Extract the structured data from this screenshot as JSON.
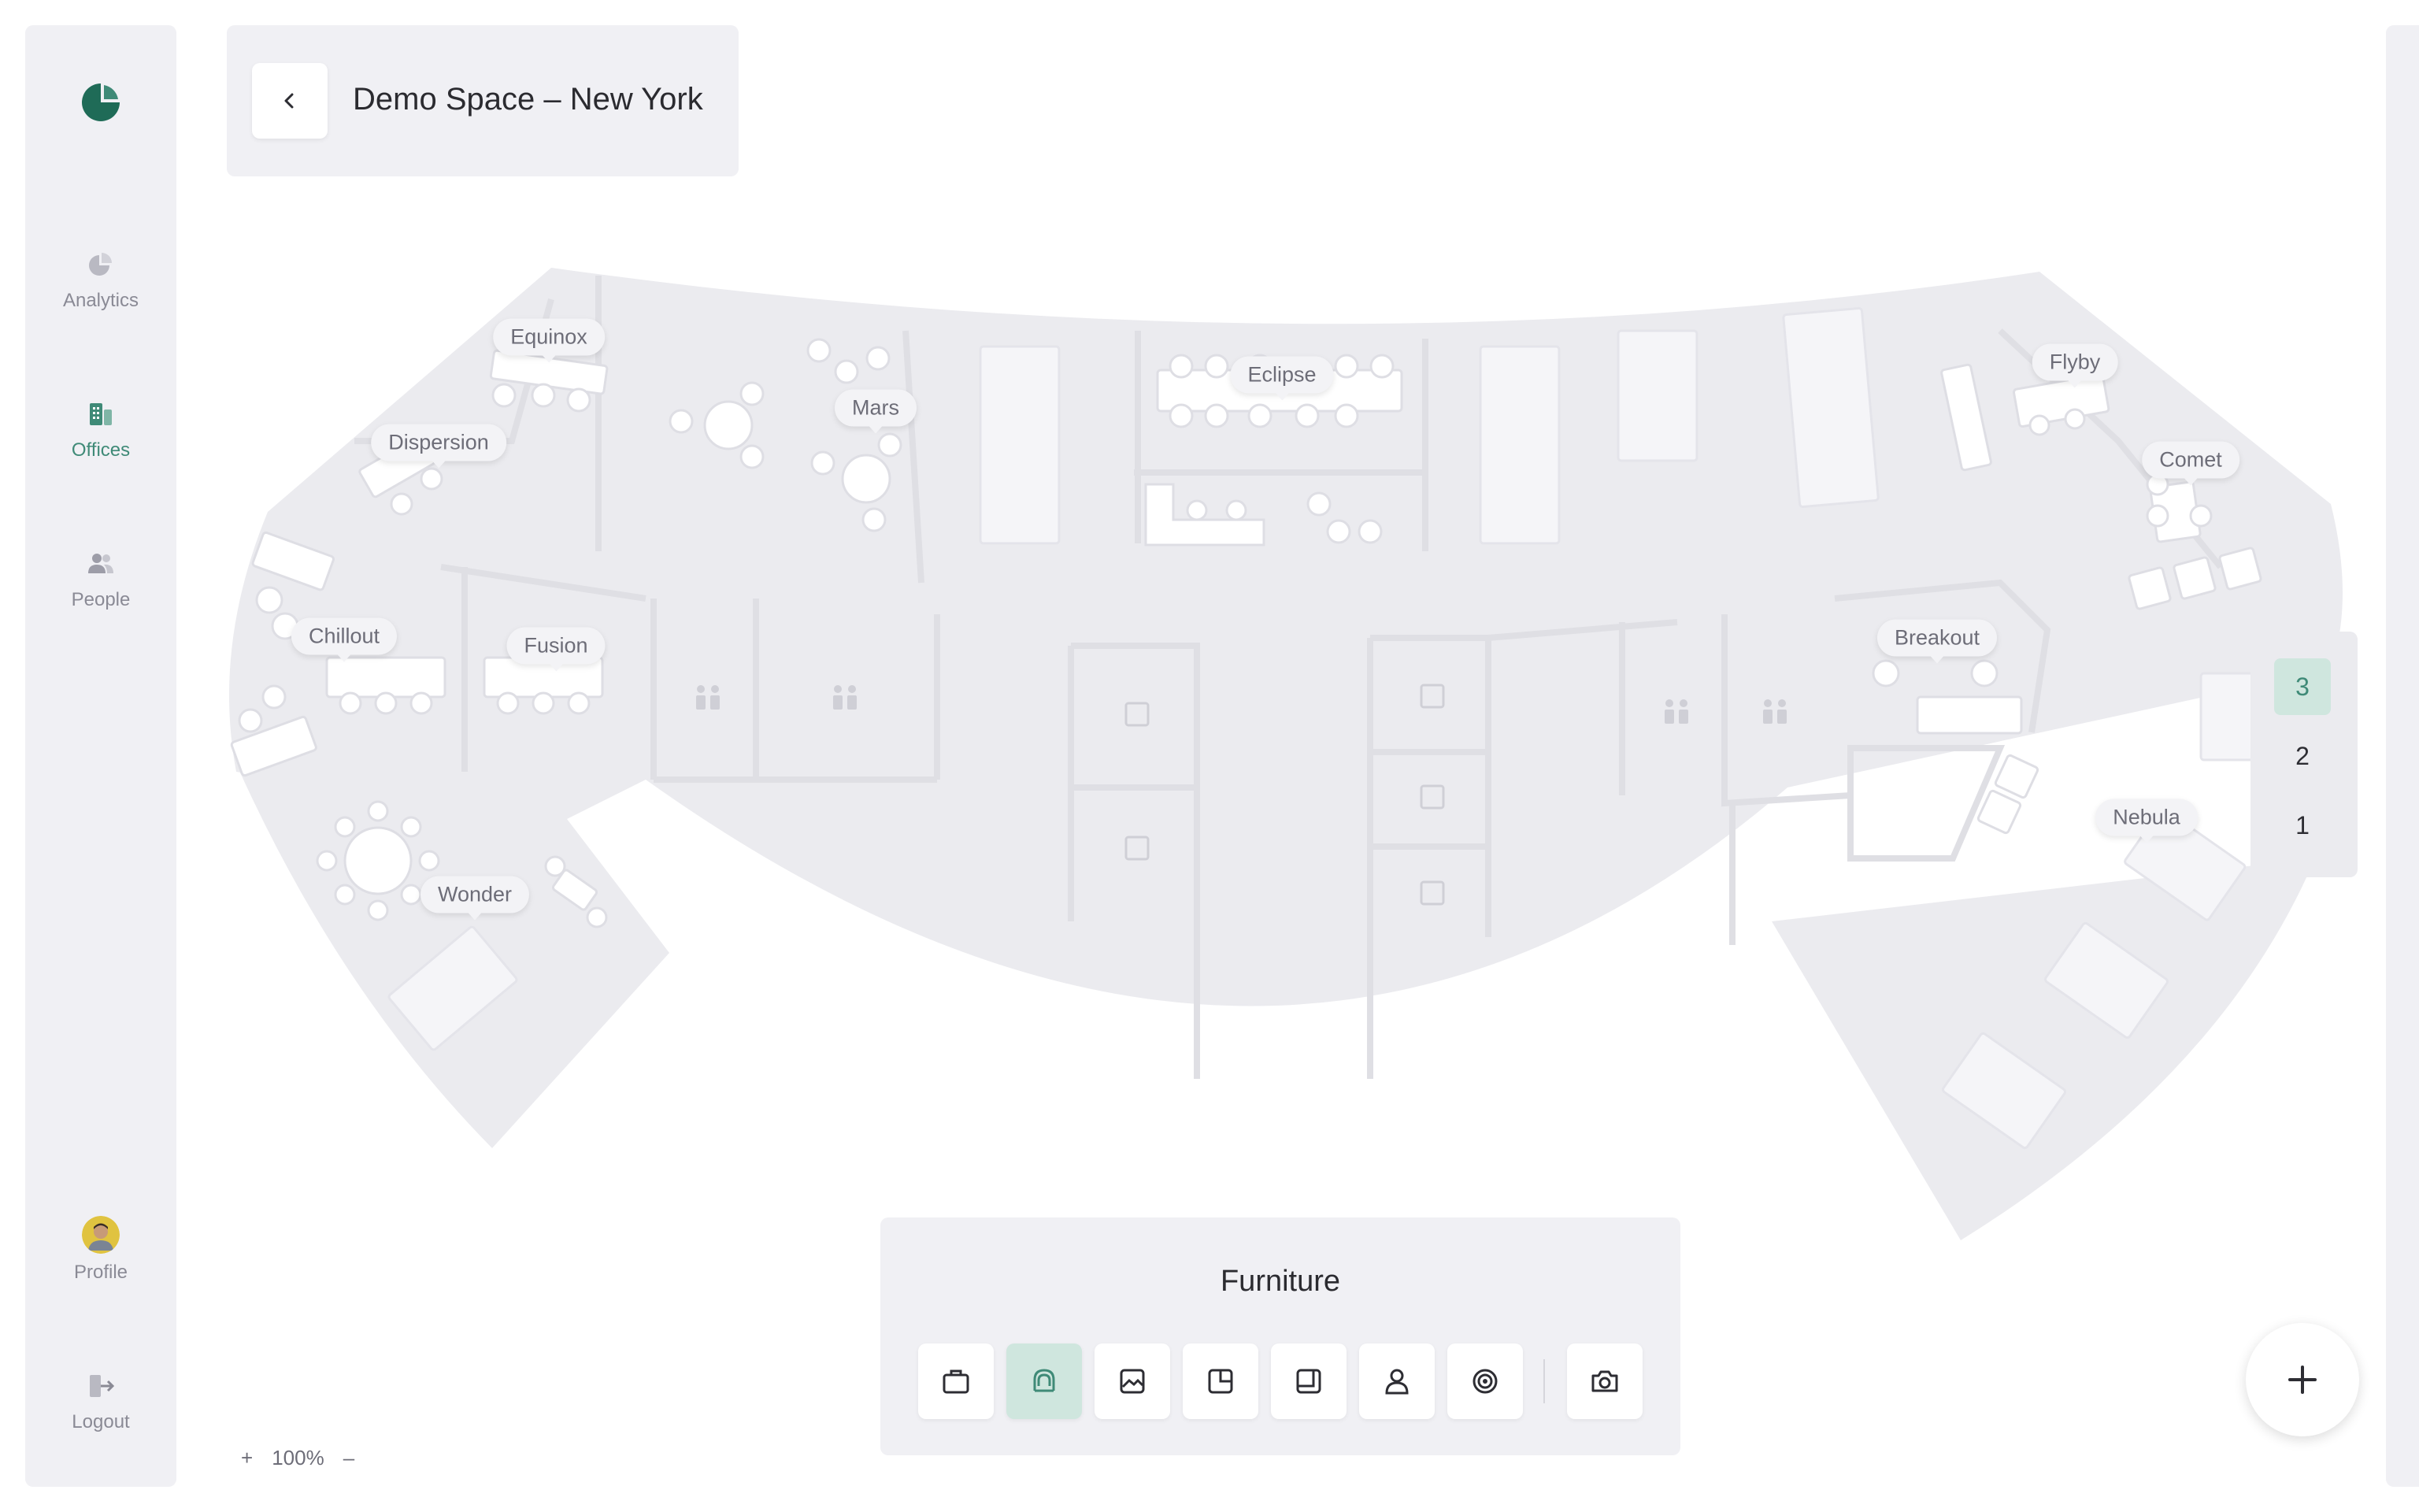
{
  "app": {
    "title": "Demo Space – New York"
  },
  "sidebar": {
    "logo_icon": "pie-leaf-logo",
    "items": [
      {
        "label": "Analytics",
        "icon": "pie-chart-icon",
        "active": false
      },
      {
        "label": "Offices",
        "icon": "building-icon",
        "active": true
      },
      {
        "label": "People",
        "icon": "people-icon",
        "active": false
      }
    ],
    "profile_label": "Profile",
    "logout_label": "Logout"
  },
  "map": {
    "rooms": [
      {
        "id": "equinox",
        "label": "Equinox"
      },
      {
        "id": "dispersion",
        "label": "Dispersion"
      },
      {
        "id": "mars",
        "label": "Mars"
      },
      {
        "id": "eclipse",
        "label": "Eclipse"
      },
      {
        "id": "flyby",
        "label": "Flyby"
      },
      {
        "id": "comet",
        "label": "Comet"
      },
      {
        "id": "chillout",
        "label": "Chillout"
      },
      {
        "id": "fusion",
        "label": "Fusion"
      },
      {
        "id": "breakout",
        "label": "Breakout"
      },
      {
        "id": "nebula",
        "label": "Nebula"
      },
      {
        "id": "wonder",
        "label": "Wonder"
      }
    ]
  },
  "floors": {
    "items": [
      "3",
      "2",
      "1"
    ],
    "selected": "3"
  },
  "furniture": {
    "title": "Furniture",
    "tools": [
      {
        "name": "briefcase-icon",
        "active": false
      },
      {
        "name": "chair-icon",
        "active": true
      },
      {
        "name": "picture-icon",
        "active": false
      },
      {
        "name": "corner-desk-icon",
        "active": false
      },
      {
        "name": "square-desk-icon",
        "active": false
      },
      {
        "name": "person-icon",
        "active": false
      },
      {
        "name": "target-icon",
        "active": false
      },
      {
        "name": "camera-icon",
        "active": false
      }
    ]
  },
  "zoom": {
    "plus": "+",
    "level": "100%",
    "minus": "–"
  },
  "fab": {
    "icon": "plus-icon"
  },
  "colors": {
    "accent": "#3f8a77",
    "accent_light": "#cfe6de",
    "panel_bg": "#f0f0f4",
    "floor_plan": "#ebebef"
  }
}
